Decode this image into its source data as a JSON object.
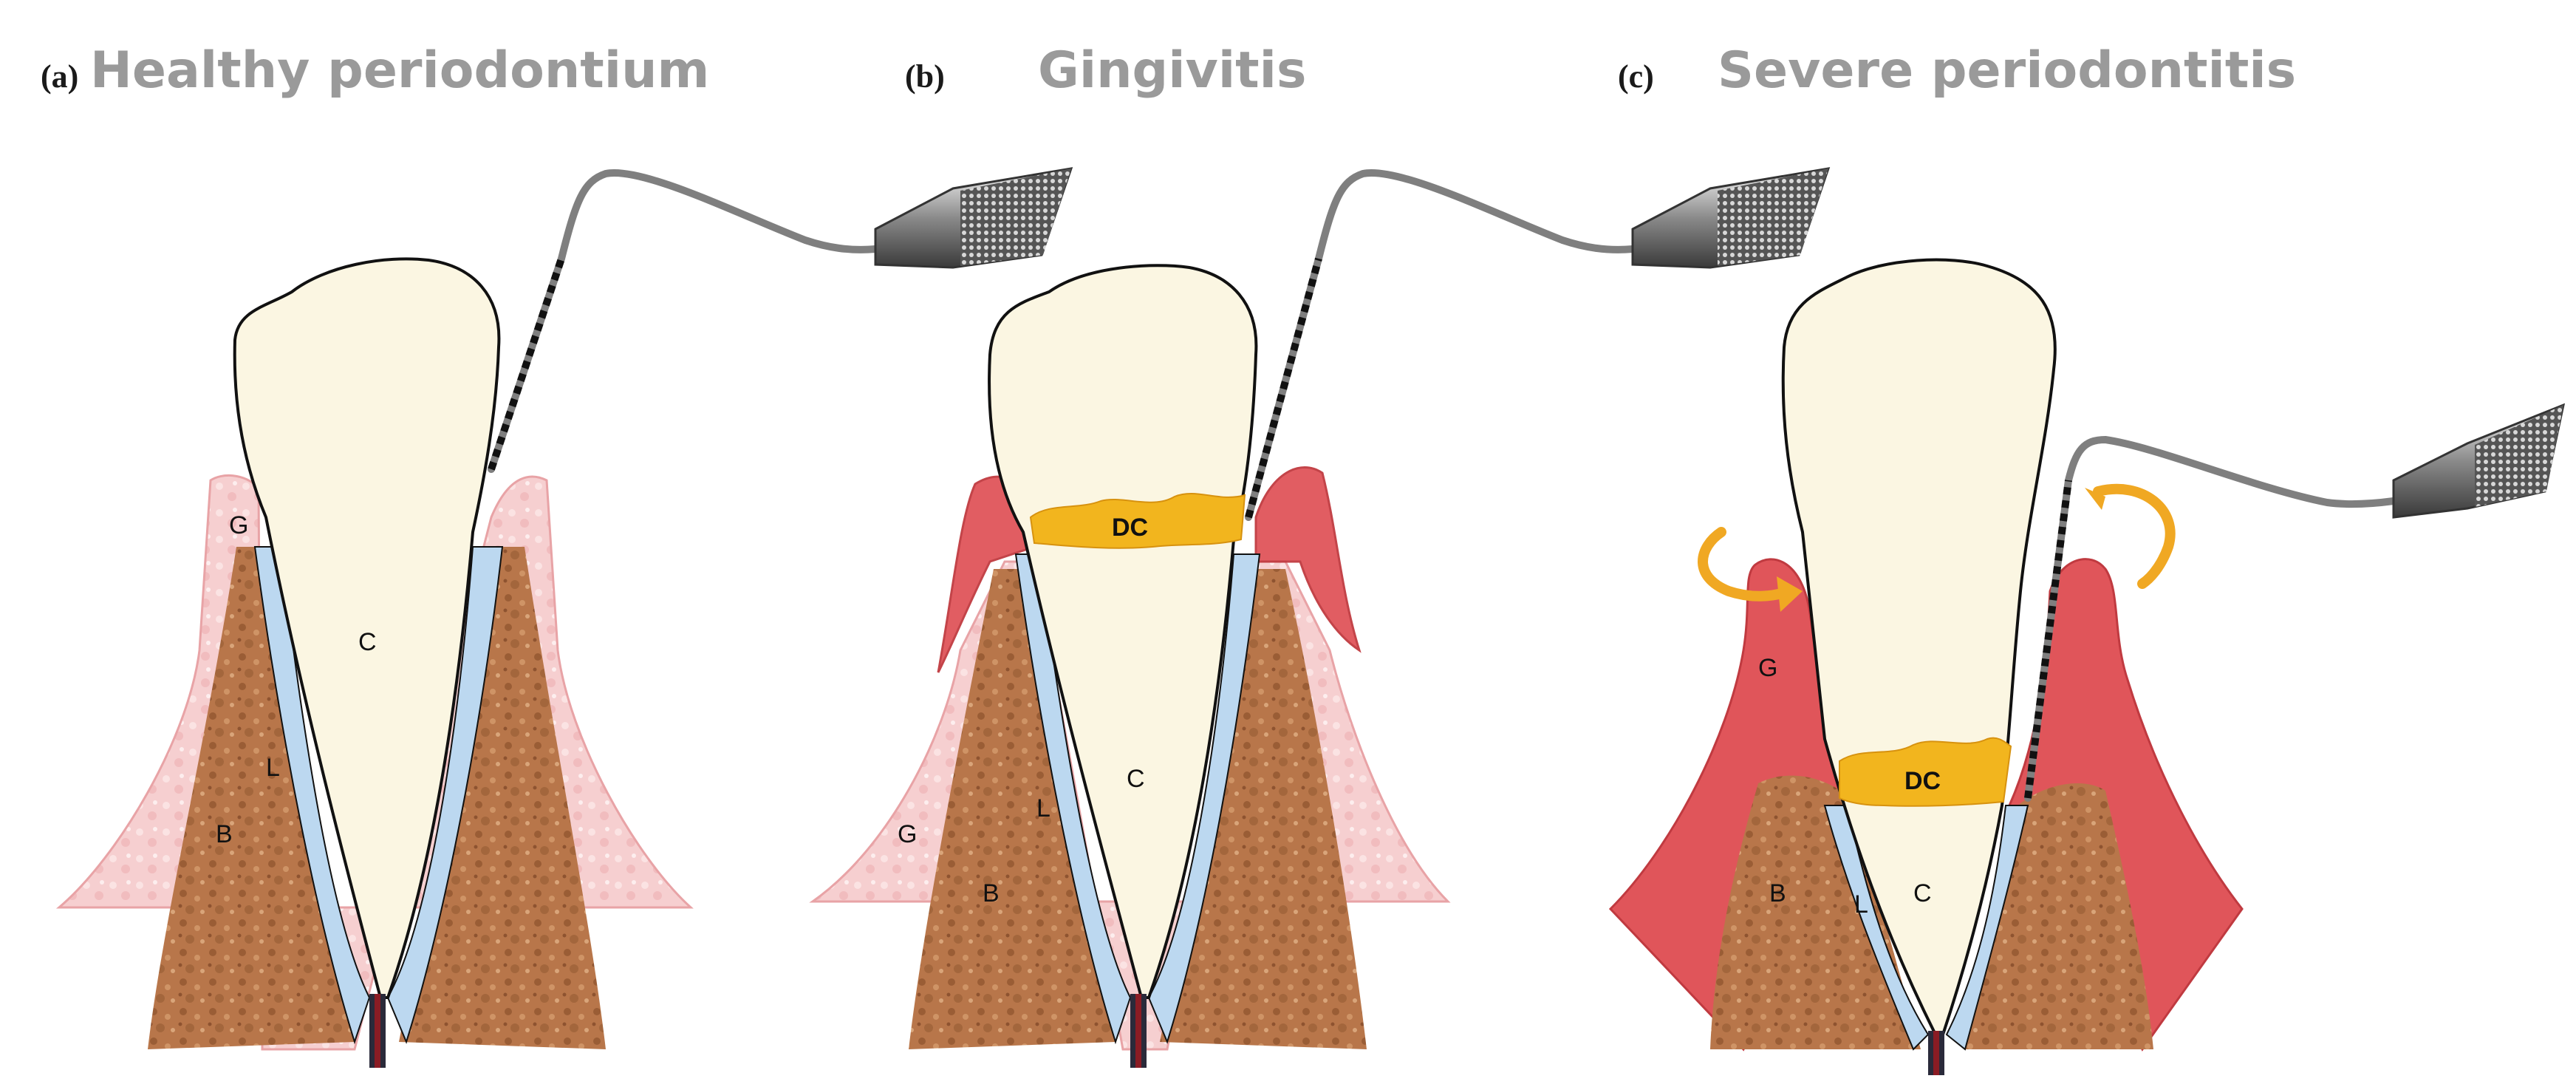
{
  "panels": [
    {
      "letter": "(a)",
      "title": "Healthy periodontium",
      "labels": {
        "gingiva": "G",
        "crown": "C",
        "ligament": "L",
        "bone": "B"
      }
    },
    {
      "letter": "(b)",
      "title": "Gingivitis",
      "labels": {
        "gingiva": "G",
        "crown": "C",
        "ligament": "L",
        "bone": "B",
        "deposit": "DC"
      }
    },
    {
      "letter": "(c)",
      "title": "Severe periodontitis",
      "labels": {
        "gingiva": "G",
        "crown": "C",
        "ligament": "L",
        "bone": "B",
        "deposit": "DC"
      }
    }
  ],
  "colors": {
    "healthy_gingiva": "#f6cfd0",
    "inflamed_gingiva": "#e0555a",
    "bone": "#b8764a",
    "ligament": "#bcd8f0",
    "tooth": "#fbf6e2",
    "calculus": "#f2b51e",
    "arrow": "#f0a823",
    "probe": "#9a9a9a",
    "title_gray": "#9a9a9a"
  },
  "icons": [
    "periodontal-probe-icon",
    "recession-arrow-icon"
  ]
}
